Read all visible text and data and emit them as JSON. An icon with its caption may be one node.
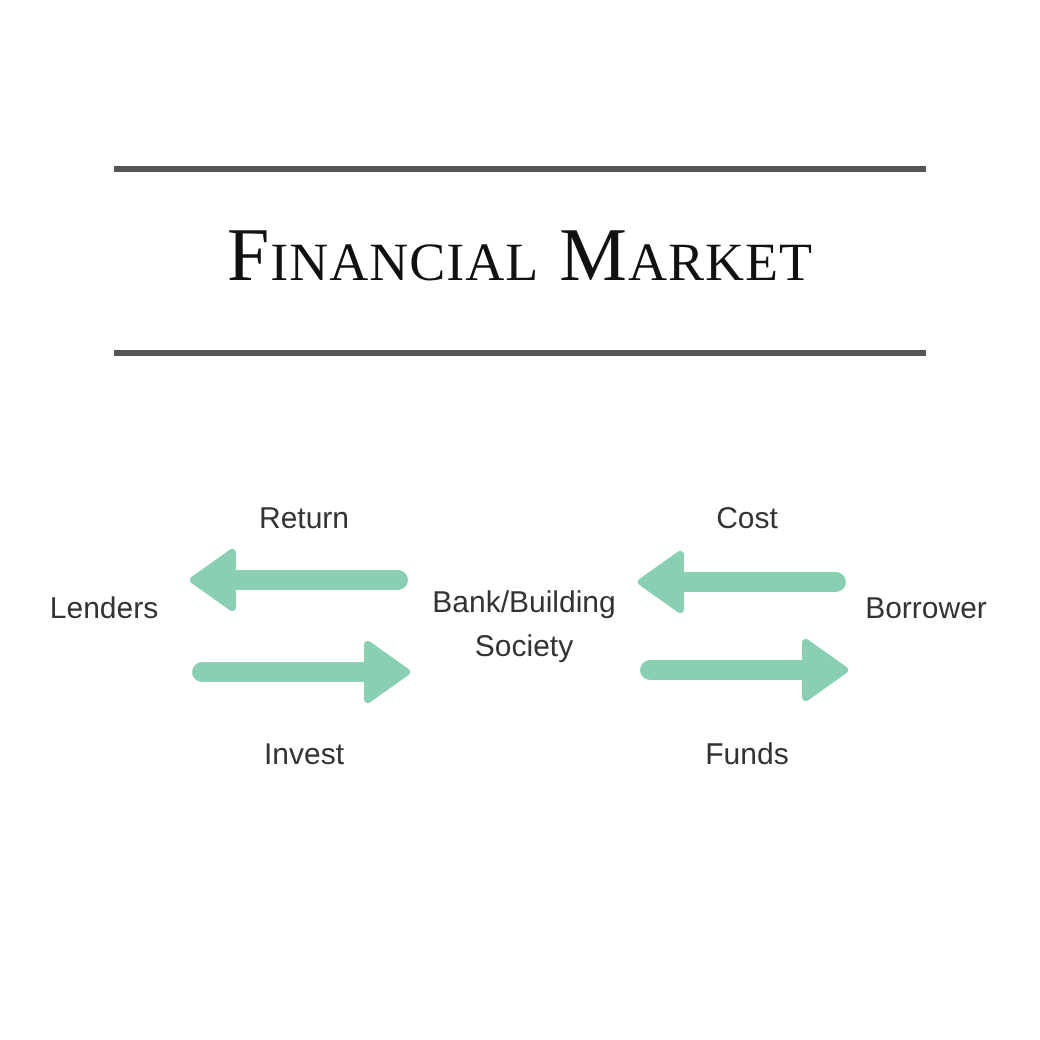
{
  "diagram": {
    "title": "Financial Market",
    "nodes": [
      {
        "text": [
          "Lenders"
        ]
      },
      {
        "text": [
          "Bank/Building Society"
        ]
      },
      {
        "text": [
          "Borrower"
        ]
      }
    ],
    "edges": [
      {
        "from": 1,
        "to": 0,
        "arrow": "to",
        "label": "Return"
      },
      {
        "from": 0,
        "to": 1,
        "arrow": "to",
        "label": "Invest"
      },
      {
        "from": 2,
        "to": 1,
        "arrow": "to",
        "label": "Cost"
      },
      {
        "from": 1,
        "to": 2,
        "arrow": "to",
        "label": "Funds"
      }
    ]
  }
}
